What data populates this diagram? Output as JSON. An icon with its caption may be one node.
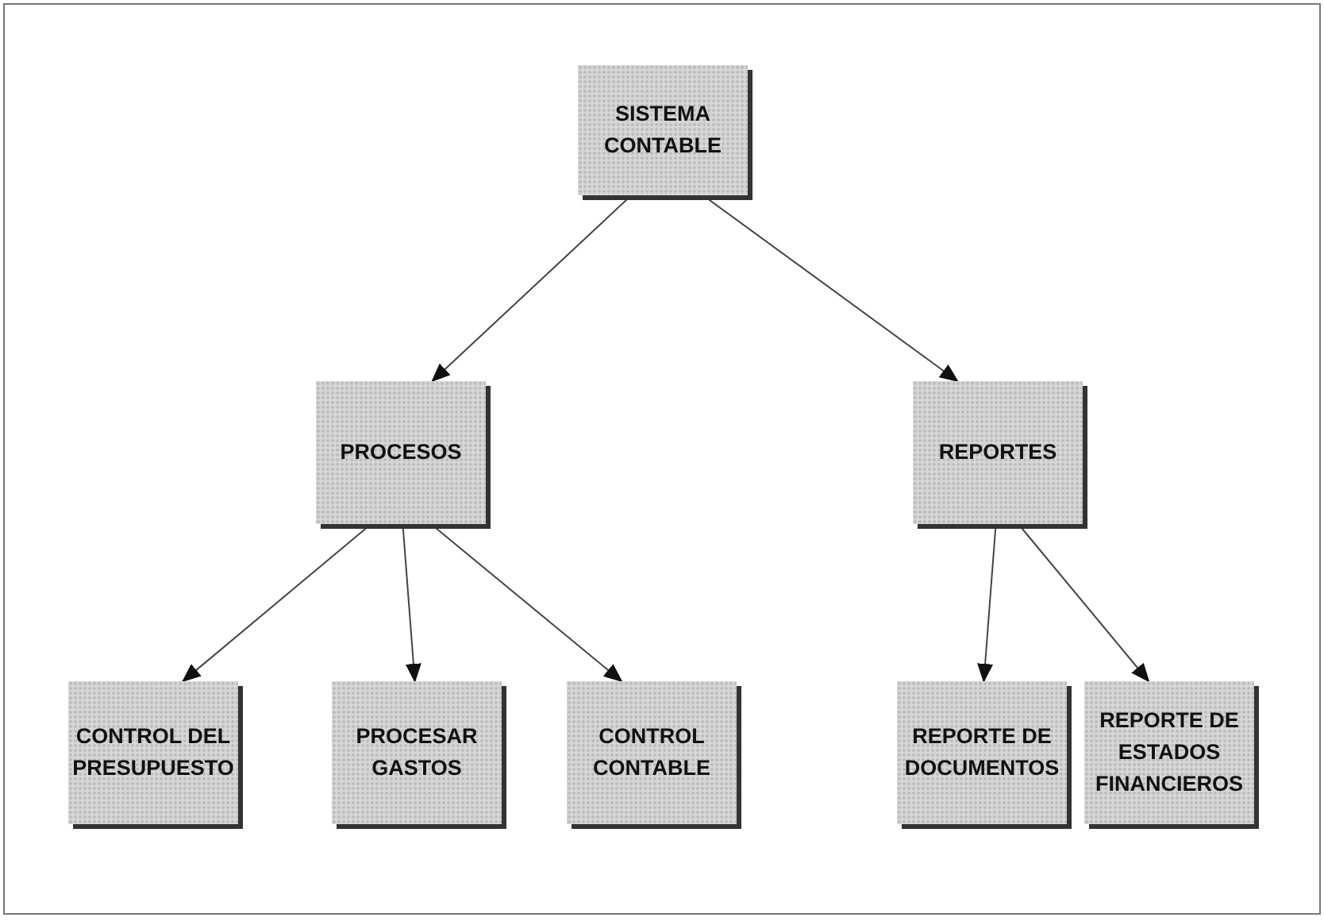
{
  "diagram": {
    "nodes": [
      {
        "text": [
          "SISTEMA CONTABLE"
        ]
      },
      {
        "text": [
          "PROCESOS"
        ]
      },
      {
        "text": [
          "REPORTES"
        ]
      },
      {
        "text": [
          "CONTROL DEL PRESUPUESTO"
        ]
      },
      {
        "text": [
          "PROCESAR GASTOS"
        ]
      },
      {
        "text": [
          "CONTROL CONTABLE"
        ]
      },
      {
        "text": [
          "REPORTE DE DOCUMENTOS"
        ]
      },
      {
        "text": [
          "REPORTE DE ESTADOS FINANCIEROS"
        ]
      }
    ],
    "edges": [
      {
        "from": 0,
        "to": 1,
        "arrow": "to"
      },
      {
        "from": 0,
        "to": 2,
        "arrow": "to"
      },
      {
        "from": 1,
        "to": 3,
        "arrow": "to"
      },
      {
        "from": 1,
        "to": 4,
        "arrow": "to"
      },
      {
        "from": 1,
        "to": 5,
        "arrow": "to"
      },
      {
        "from": 2,
        "to": 6,
        "arrow": "to"
      },
      {
        "from": 2,
        "to": 7,
        "arrow": "to"
      }
    ]
  }
}
